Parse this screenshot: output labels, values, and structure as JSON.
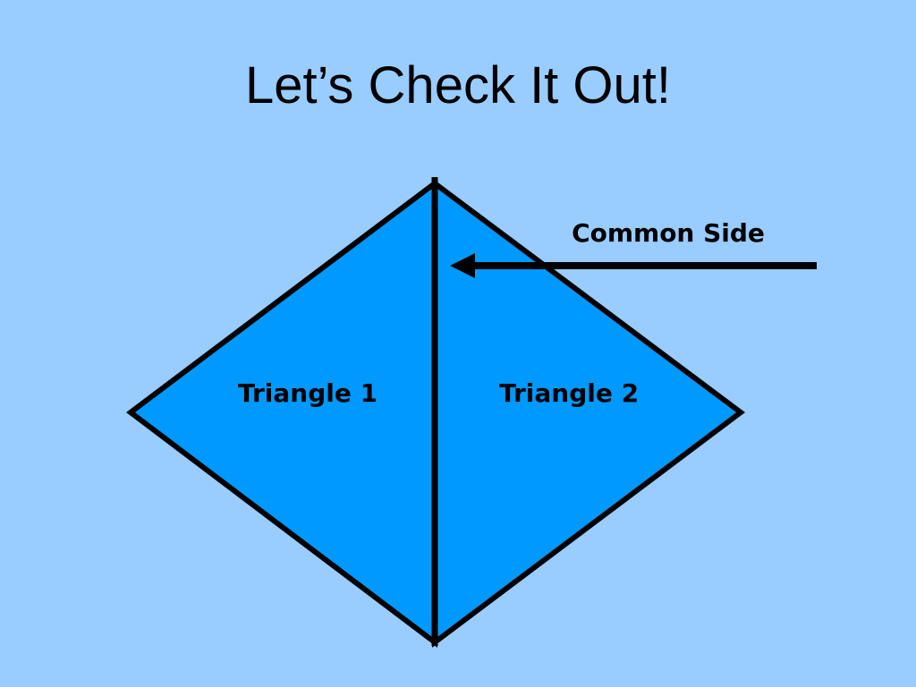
{
  "slide": {
    "title": "Let’s Check It Out!"
  },
  "diagram": {
    "triangle_1_label": "Triangle 1",
    "triangle_2_label": "Triangle 2",
    "common_side_label": "Common Side"
  },
  "colors": {
    "background": "#99ccff",
    "shape_fill": "#0099ff",
    "stroke": "#000000"
  }
}
